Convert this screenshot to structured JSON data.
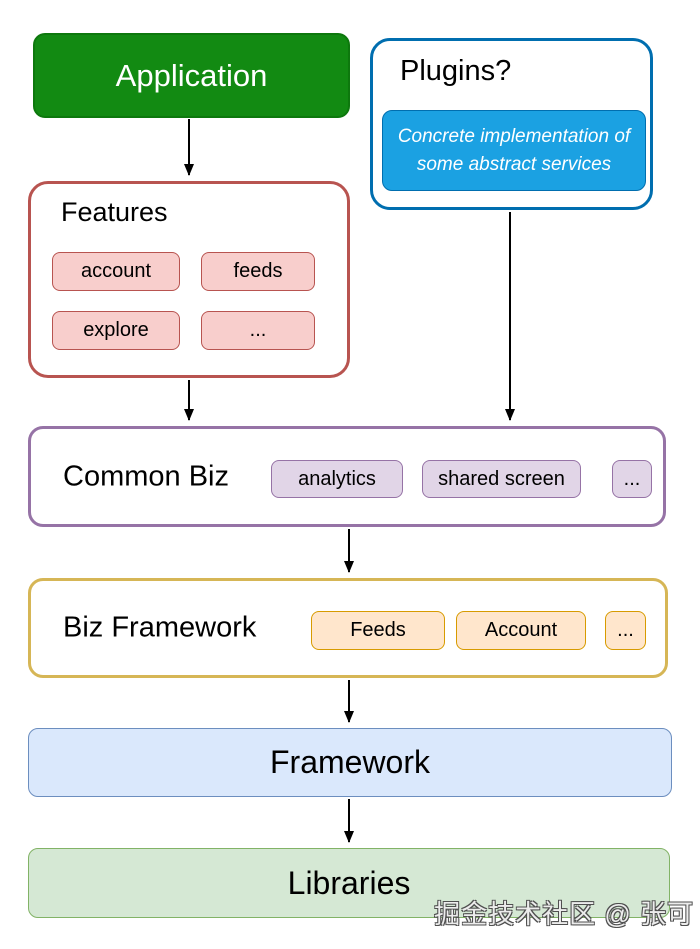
{
  "diagram": {
    "application": {
      "label": "Application"
    },
    "plugins": {
      "title": "Plugins?",
      "note": "Concrete implementation of some abstract services"
    },
    "features": {
      "title": "Features",
      "chips": [
        "account",
        "feeds",
        "explore",
        "..."
      ]
    },
    "common_biz": {
      "title": "Common Biz",
      "chips": [
        "analytics",
        "shared screen",
        "..."
      ]
    },
    "biz_framework": {
      "title": "Biz Framework",
      "chips": [
        "Feeds",
        "Account",
        "..."
      ]
    },
    "framework": {
      "label": "Framework"
    },
    "libraries": {
      "label": "Libraries"
    },
    "watermark": "掘金技术社区 @ 张可"
  },
  "colors": {
    "application_fill": "#128a12",
    "plugins_stroke": "#006eaf",
    "plugins_note_fill": "#1ba1e2",
    "features_stroke": "#b85450",
    "features_chip_fill": "#f8cecc",
    "common_biz_stroke": "#9673a6",
    "common_biz_chip_fill": "#e1d5e7",
    "biz_framework_stroke": "#d6b656",
    "biz_framework_chip_fill": "#ffe6cc",
    "biz_framework_chip_stroke": "#d79b00",
    "framework_fill": "#dae8fc",
    "framework_stroke": "#6c8ebf",
    "libraries_fill": "#d5e8d4",
    "libraries_stroke": "#82b366",
    "arrow": "#000000"
  }
}
